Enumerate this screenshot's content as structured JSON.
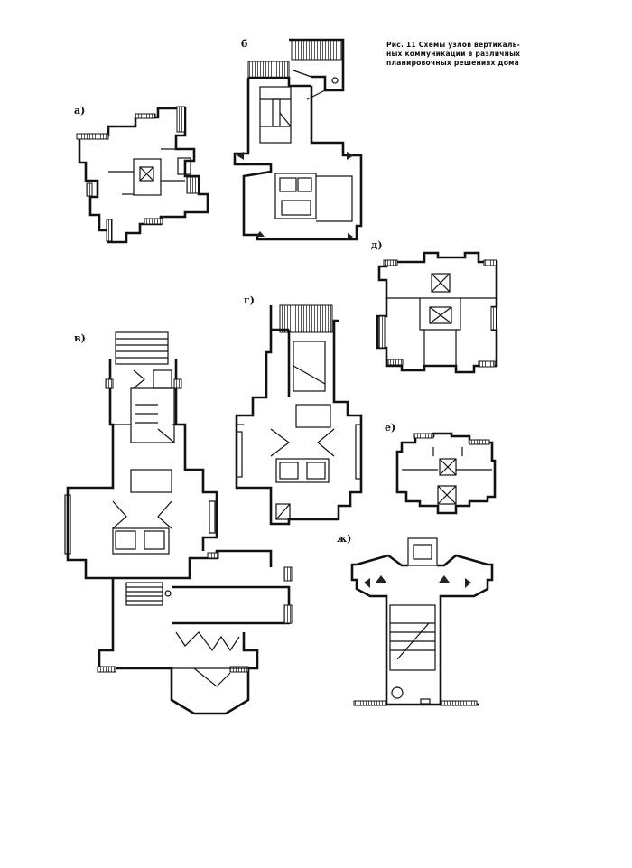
{
  "caption": {
    "lines": [
      "Рис. 11 Схемы узлов вертикаль-",
      "ных коммуникаций в различных",
      "планировочных решениях дома"
    ]
  },
  "labels": {
    "a": "а)",
    "b": "б",
    "v": "в)",
    "g": "г)",
    "d": "д)",
    "e": "е)",
    "zh": "ж)"
  }
}
